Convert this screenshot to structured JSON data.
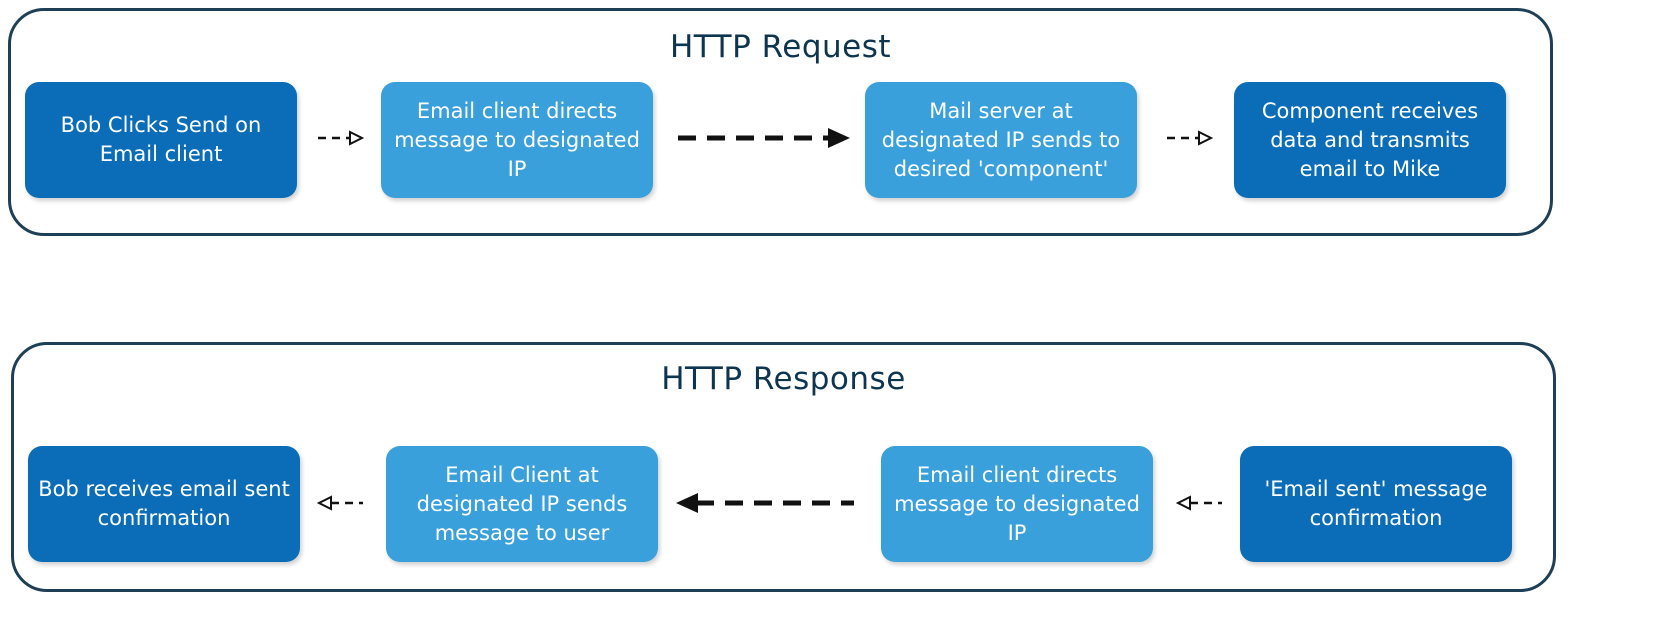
{
  "colors": {
    "dark_box": "#0b6db8",
    "light_box": "#3aa0dc",
    "border": "#1f3f57",
    "title": "#0d3550",
    "arrow": "#111111"
  },
  "request": {
    "title": "HTTP Request",
    "nodes": [
      "Bob  Clicks Send on Email client",
      "Email client directs message to designated IP",
      "Mail server at designated IP sends to desired 'component'",
      "Component receives data and transmits email to Mike"
    ]
  },
  "response": {
    "title": "HTTP Response",
    "nodes": [
      "Bob receives email sent confirmation",
      "Email Client at designated IP sends message to user",
      "Email client directs message to designated IP",
      "'Email sent' message confirmation"
    ]
  }
}
